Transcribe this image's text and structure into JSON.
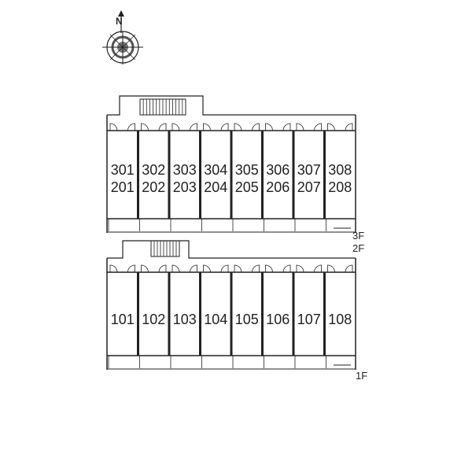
{
  "compass": {
    "north_label": "N",
    "icon": "compass-rose-icon"
  },
  "upper_block": {
    "floor_labels": [
      "3F",
      "2F"
    ],
    "units": [
      {
        "top": "301",
        "bottom": "201"
      },
      {
        "top": "302",
        "bottom": "202"
      },
      {
        "top": "303",
        "bottom": "203"
      },
      {
        "top": "304",
        "bottom": "204"
      },
      {
        "top": "305",
        "bottom": "205"
      },
      {
        "top": "306",
        "bottom": "206"
      },
      {
        "top": "307",
        "bottom": "207"
      },
      {
        "top": "308",
        "bottom": "208"
      }
    ]
  },
  "lower_block": {
    "floor_label": "1F",
    "units": [
      "101",
      "102",
      "103",
      "104",
      "105",
      "106",
      "107",
      "108"
    ]
  },
  "colors": {
    "line": "#222222",
    "background": "#ffffff"
  }
}
